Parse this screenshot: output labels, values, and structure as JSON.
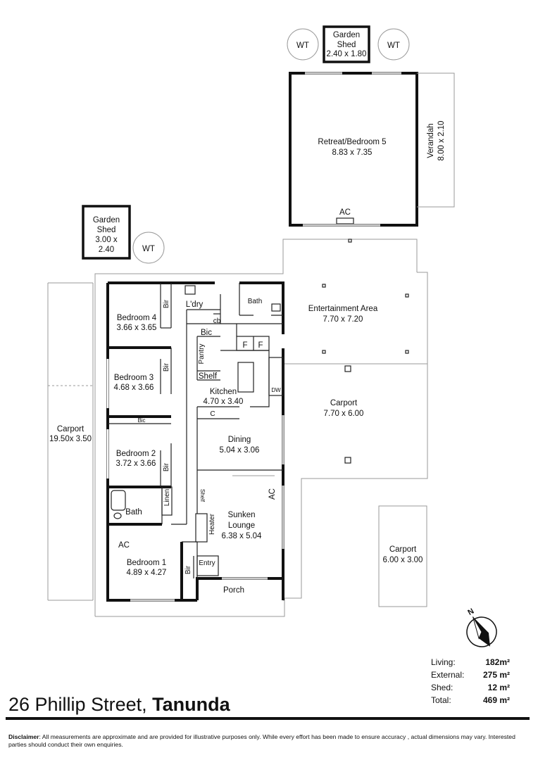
{
  "plan": {
    "rooms": {
      "retreat": {
        "name": "Retreat/Bedroom 5",
        "size": "8.83 x 7.35"
      },
      "verandah": {
        "name": "Verandah",
        "size": "8.00 x 2.10"
      },
      "garden_shed_top": {
        "line1": "Garden",
        "line2": "Shed",
        "line3": "2.40 x 1.80"
      },
      "garden_shed_left": {
        "line1": "Garden",
        "line2": "Shed",
        "line3": "3.00 x",
        "line4": "2.40"
      },
      "entertainment": {
        "name": "Entertainment Area",
        "size": "7.70 x 7.20"
      },
      "carport_mid": {
        "name": "Carport",
        "size": "7.70 x 6.00"
      },
      "carport_left": {
        "name": "Carport",
        "size": "19.50x 3.50"
      },
      "carport_right": {
        "name": "Carport",
        "size": "6.00 x 3.00"
      },
      "bedroom4": {
        "name": "Bedroom 4",
        "size": "3.66 x 3.65"
      },
      "bedroom3": {
        "name": "Bedroom 3",
        "size": "4.68 x 3.66"
      },
      "bedroom2": {
        "name": "Bedroom 2",
        "size": "3.72 x 3.66"
      },
      "bedroom1": {
        "name": "Bedroom 1",
        "size": "4.89 x 4.27"
      },
      "kitchen": {
        "name": "Kitchen",
        "size": "4.70 x 3.40"
      },
      "dining": {
        "name": "Dining",
        "size": "5.04 x 3.06"
      },
      "lounge": {
        "line1": "Sunken",
        "line2": "Lounge",
        "size": "6.38 x 5.04"
      },
      "laundry": {
        "name": "L'dry"
      },
      "bath_main": {
        "name": "Bath"
      },
      "bath_small": {
        "name": "Bath"
      }
    },
    "labels": {
      "wt": "WT",
      "ac": "AC",
      "bir": "Bir",
      "bic": "Bic",
      "cb": "cb",
      "pantry": "Pantry",
      "shelf": "Shelf",
      "shelf_small": "Shelf",
      "linen": "Linen",
      "heater": "Heater",
      "entry": "Entry",
      "porch": "Porch",
      "dw": "DW",
      "f": "F",
      "c": "C"
    }
  },
  "title": {
    "street": "26 Phillip Street,",
    "suburb": "Tanunda"
  },
  "areas": [
    {
      "label": "Living:",
      "value": "182m²"
    },
    {
      "label": "External:",
      "value": "275 m²"
    },
    {
      "label": "Shed:",
      "value": "12 m²"
    },
    {
      "label": "Total:",
      "value": "469 m²"
    }
  ],
  "disclaimer": {
    "heading": "Disclaimer",
    "text": ": All measurements are approximate and are provided for illustrative purposes only. While every effort has been made to ensure accuracy , actual dimensions may vary. Interested parties should conduct their own enquiries."
  }
}
